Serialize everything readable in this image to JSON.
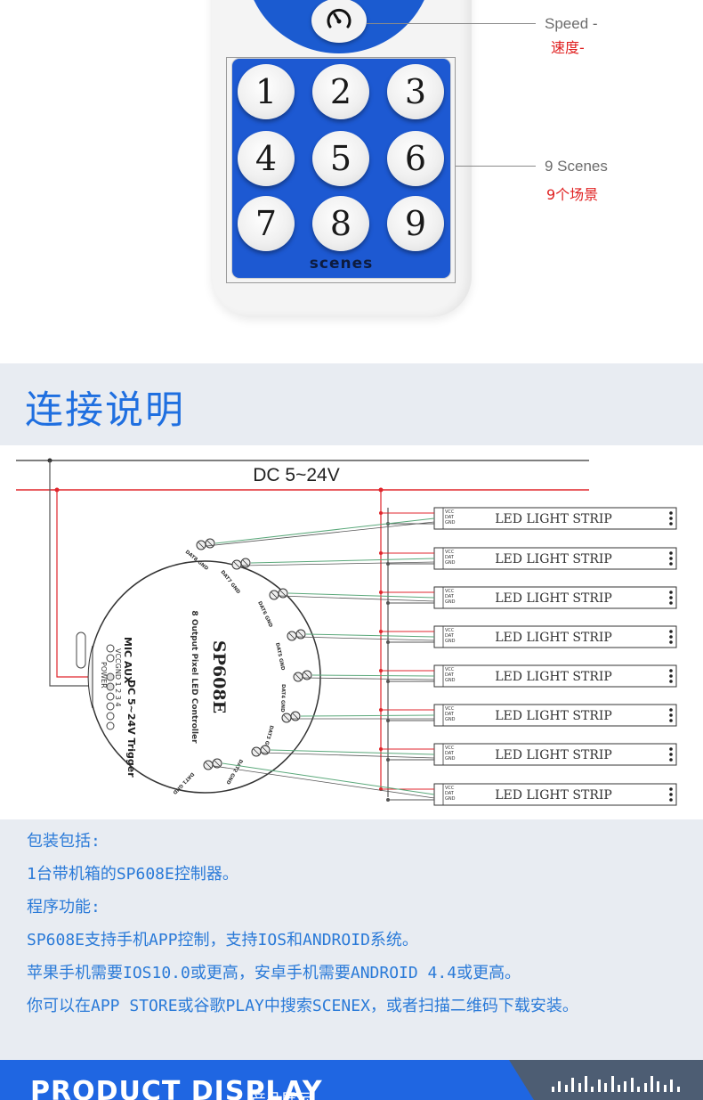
{
  "remote": {
    "keys": [
      "1",
      "2",
      "3",
      "4",
      "5",
      "6",
      "7",
      "8",
      "9"
    ],
    "scenes_label": "scenes",
    "callouts": {
      "speed_en": "Speed -",
      "speed_cn": "速度-",
      "scenes_en": "9 Scenes",
      "scenes_cn": "9个场景"
    }
  },
  "section_title": "连接说明",
  "diagram": {
    "power_label": "DC 5~24V",
    "strip_label": "LED  LIGHT STRIP",
    "strip_pins": [
      "VCC",
      "DAT",
      "GND"
    ],
    "controller": {
      "model": "SP608E",
      "subtitle": "8 Output Pixel LED Controller",
      "mic_aux": "MIC AUX",
      "power_trigger": "DC 5~24V Trigger",
      "power_label": "POWER",
      "pins_row": "VCCGND 1  2  3  4",
      "outputs": [
        "DAT8 GND",
        "DAT7 GND",
        "DAT6 GND",
        "DAT5 GND",
        "DAT4 GND",
        "DAT3 GND",
        "DAT2 GND",
        "DAT1 GND"
      ]
    }
  },
  "info": {
    "lines": [
      "包装包括:",
      "1台带机箱的SP608E控制器。",
      "程序功能:",
      "SP608E支持手机APP控制，支持IOS和ANDROID系统。",
      "苹果手机需要IOS10.0或更高，安卓手机需要ANDROID 4.4或更高。",
      "你可以在APP STORE或谷歌PLAY中搜索SCENEX，或者扫描二维码下载安装。"
    ]
  },
  "banner": {
    "title_en": "PRODUCT DISPLAY",
    "title_cn": "产品展示"
  },
  "colors": {
    "accent_blue": "#1f6fe0",
    "keypad_blue": "#1d59d2",
    "wire_red": "#e0262c",
    "wire_green": "#5aa87a",
    "callout_red": "#e02020"
  }
}
